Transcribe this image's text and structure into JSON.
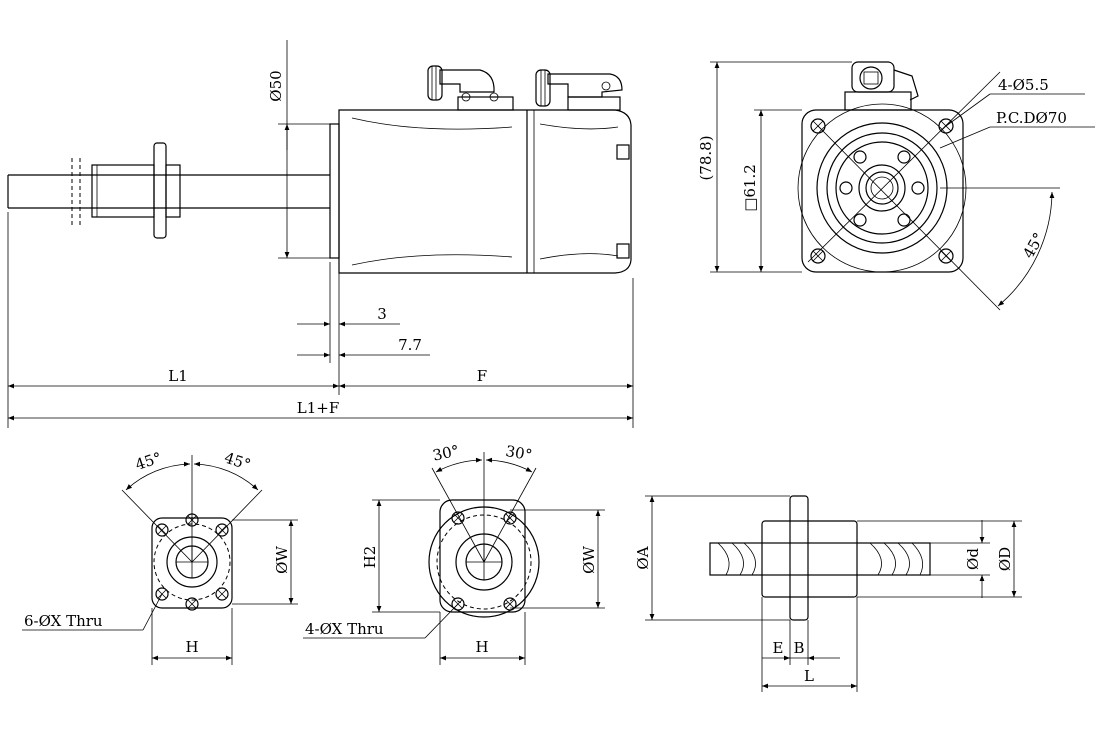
{
  "labels": {
    "phi50": "Ø50",
    "dim3": "3",
    "dim7_7": "7.7",
    "L1": "L1",
    "F": "F",
    "L1F": "L1+F",
    "h78_8": "(78.8)",
    "sq61_2": "□61.2",
    "holes4": "4-Ø5.5",
    "pcd": "P.C.DØ70",
    "ang45_side": "45°",
    "ang45_left": "45°",
    "ang45_right": "45°",
    "phiW_left": "ØW",
    "thru6": "6-ØX Thru",
    "H_left": "H",
    "ang30_left": "30°",
    "ang30_right": "30°",
    "H2": "H2",
    "phiW_mid": "ØW",
    "thru4": "4-ØX Thru",
    "H_mid": "H",
    "phiA": "ØA",
    "phid": "Ød",
    "phiD": "ØD",
    "E": "E",
    "B": "B",
    "L": "L"
  }
}
